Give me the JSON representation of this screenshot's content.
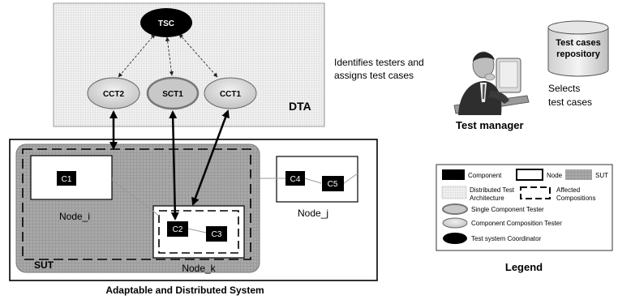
{
  "dta": {
    "label": "DTA",
    "tsc": "TSC",
    "testers": [
      "CCT2",
      "SCT1",
      "CCT1"
    ]
  },
  "manager": {
    "identifies_line1": "Identifies testers and",
    "identifies_line2": "assigns test cases",
    "repo_line1": "Test cases",
    "repo_line2": "repository",
    "selects_line1": "Selects",
    "selects_line2": "test cases",
    "title": "Test manager"
  },
  "system": {
    "sut_label": "SUT",
    "caption": "Adaptable and Distributed System",
    "node_i": "Node_i",
    "node_j": "Node_j",
    "node_k": "Node_k",
    "components": [
      "C1",
      "C2",
      "C3",
      "C4",
      "C5"
    ]
  },
  "legend": {
    "title": "Legend",
    "component": "Component",
    "node": "Node",
    "sut": "SUT",
    "dta_line1": "Distributed Test",
    "dta_line2": "Architecture",
    "affected_line1": "Affected",
    "affected_line2": "Compositions",
    "sct": "Single Component Tester",
    "cct": "Component Composition Tester",
    "tsc": "Test system Coordinator"
  }
}
